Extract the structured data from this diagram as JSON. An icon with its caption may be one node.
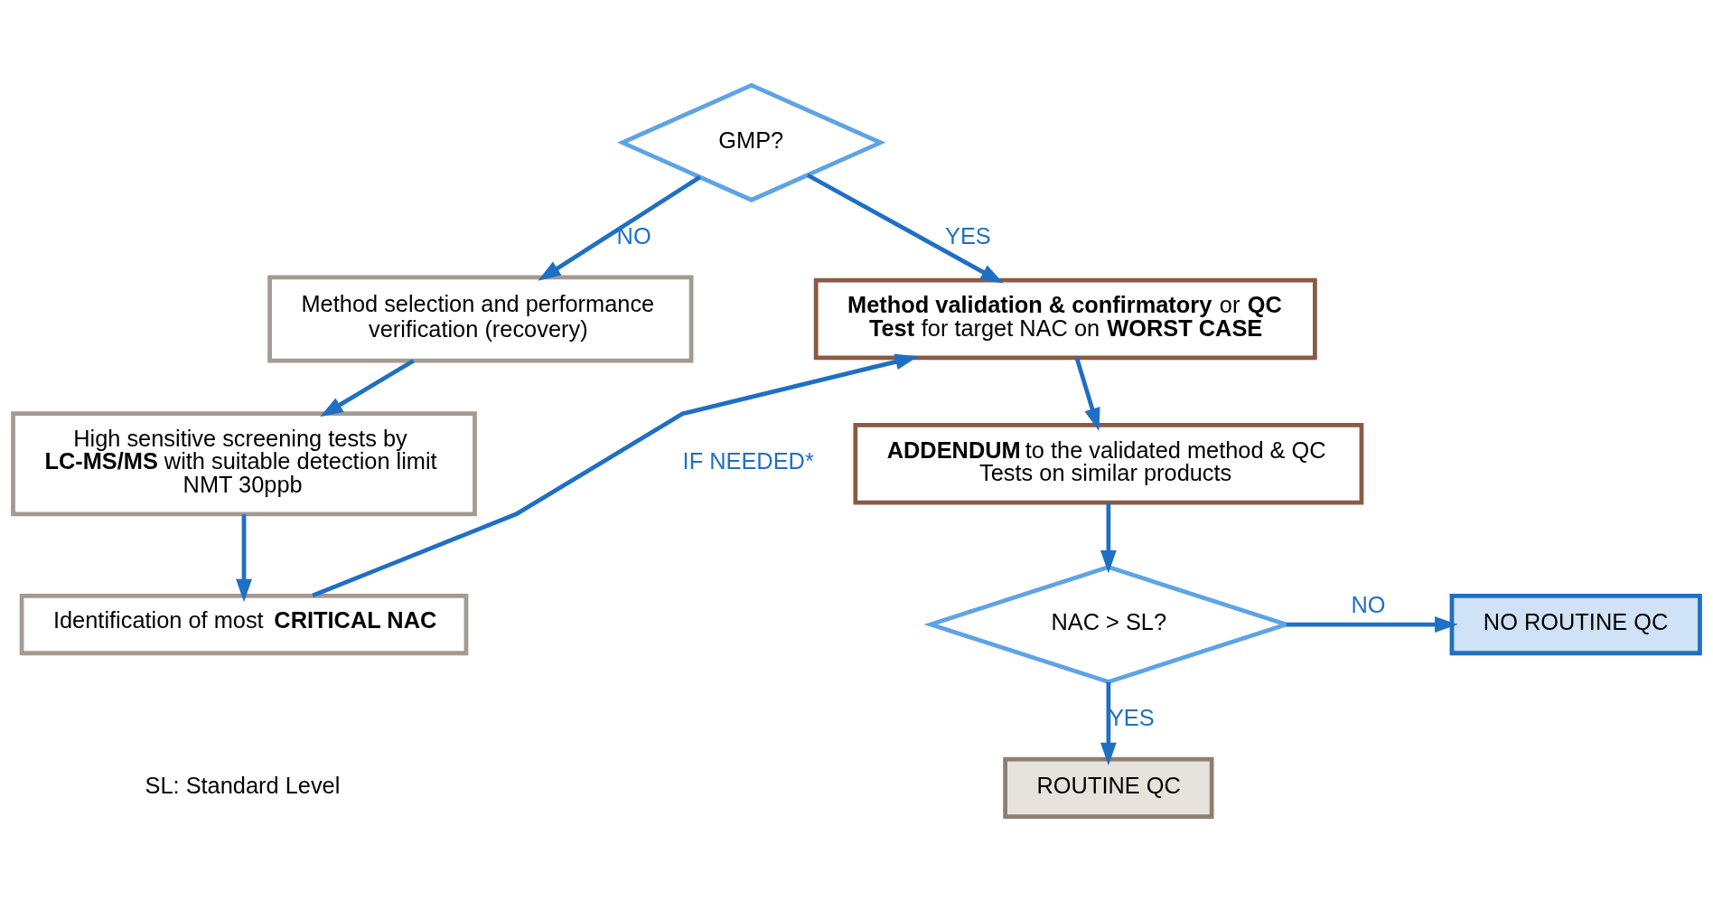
{
  "diagram": {
    "nodes": [
      {
        "text": [
          "GMP?"
        ]
      },
      {
        "text": [
          "Method selection and performance verification (recovery)"
        ]
      },
      {
        "text": [
          "High sensitive screening tests by **LC-MS/MS** with suitable detection limit NMT 30ppb"
        ]
      },
      {
        "text": [
          "Identification of most **CRITICAL NAC**"
        ]
      },
      {
        "text": [
          "**Method validation & confirmatory** or **QC Test** for target NAC on **WORST CASE**"
        ]
      },
      {
        "text": [
          "**ADDENDUM** to the validated method & QC Tests on similar products"
        ]
      },
      {
        "text": [
          "NAC > SL?"
        ]
      },
      {
        "text": [
          "NO ROUTINE QC"
        ]
      },
      {
        "text": [
          "ROUTINE QC"
        ]
      }
    ],
    "edges": [
      {
        "from": 0,
        "to": 1,
        "arrow": "to",
        "label": "NO"
      },
      {
        "from": 0,
        "to": 4,
        "arrow": "to",
        "label": "YES"
      },
      {
        "from": 1,
        "to": 2,
        "arrow": "to"
      },
      {
        "from": 2,
        "to": 3,
        "arrow": "to"
      },
      {
        "from": 3,
        "to": 4,
        "arrow": "to",
        "label": "IF NEEDED*"
      },
      {
        "from": 4,
        "to": 5,
        "arrow": "to"
      },
      {
        "from": 5,
        "to": 6,
        "arrow": "to"
      },
      {
        "from": 6,
        "to": 7,
        "arrow": "to",
        "label": "NO"
      },
      {
        "from": 6,
        "to": 8,
        "arrow": "to",
        "label": "YES"
      }
    ],
    "labels": [
      "SL: Standard Level"
    ]
  }
}
